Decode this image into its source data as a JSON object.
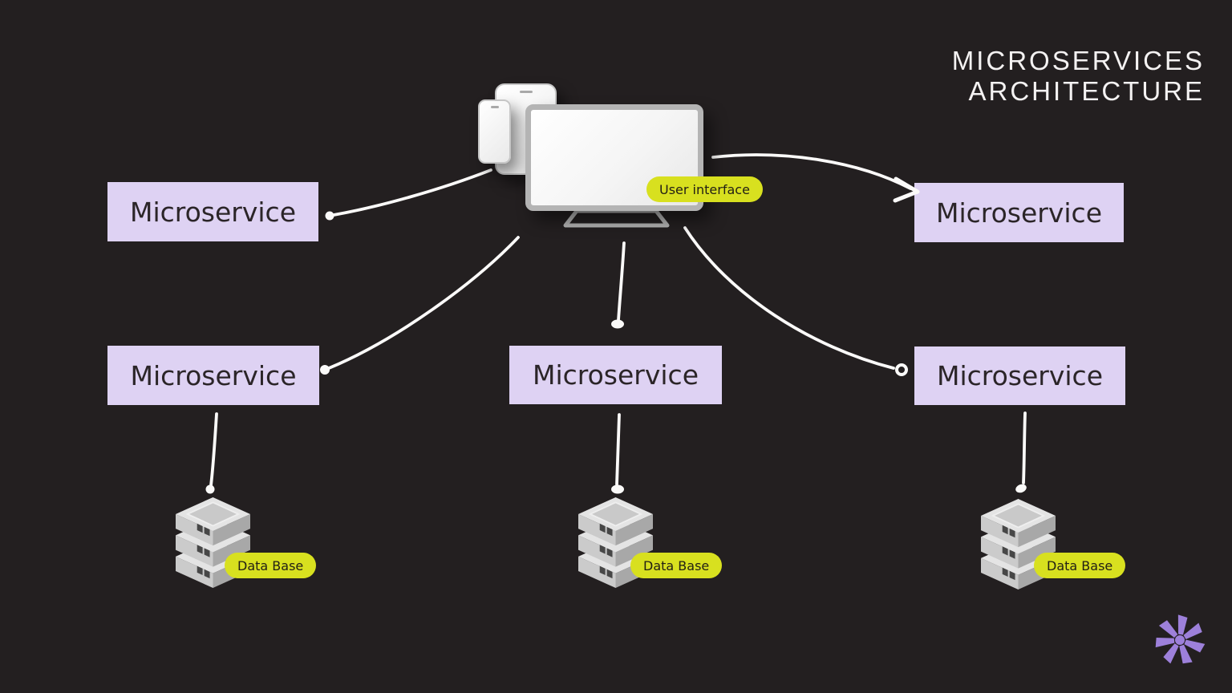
{
  "title": {
    "line1": "MICROSERVICES",
    "line2": "ARCHITECTURE"
  },
  "user_interface": {
    "badge_label": "User interface"
  },
  "microservices": [
    {
      "label": "Microservice",
      "position": "top-left"
    },
    {
      "label": "Microservice",
      "position": "mid-left"
    },
    {
      "label": "Microservice",
      "position": "mid-center"
    },
    {
      "label": "Microservice",
      "position": "top-right"
    },
    {
      "label": "Microservice",
      "position": "mid-right"
    }
  ],
  "databases": [
    {
      "label": "Data Base",
      "position": "left"
    },
    {
      "label": "Data Base",
      "position": "center"
    },
    {
      "label": "Data Base",
      "position": "right"
    }
  ],
  "icons": {
    "devices": [
      "monitor-icon",
      "tablet-icon",
      "phone-icon"
    ],
    "database": "database-stack-icon",
    "logo": "asterisk-logo"
  },
  "colors": {
    "background": "#231f20",
    "microservice_box": "#ded2f3",
    "box_text": "#2b2528",
    "badge": "#d8e01f",
    "badge_text": "#232015",
    "arrow": "#fbfaf9",
    "title_text": "#f4f2f2",
    "device_frame": "#b4b4b4",
    "logo": "#9d80da"
  }
}
